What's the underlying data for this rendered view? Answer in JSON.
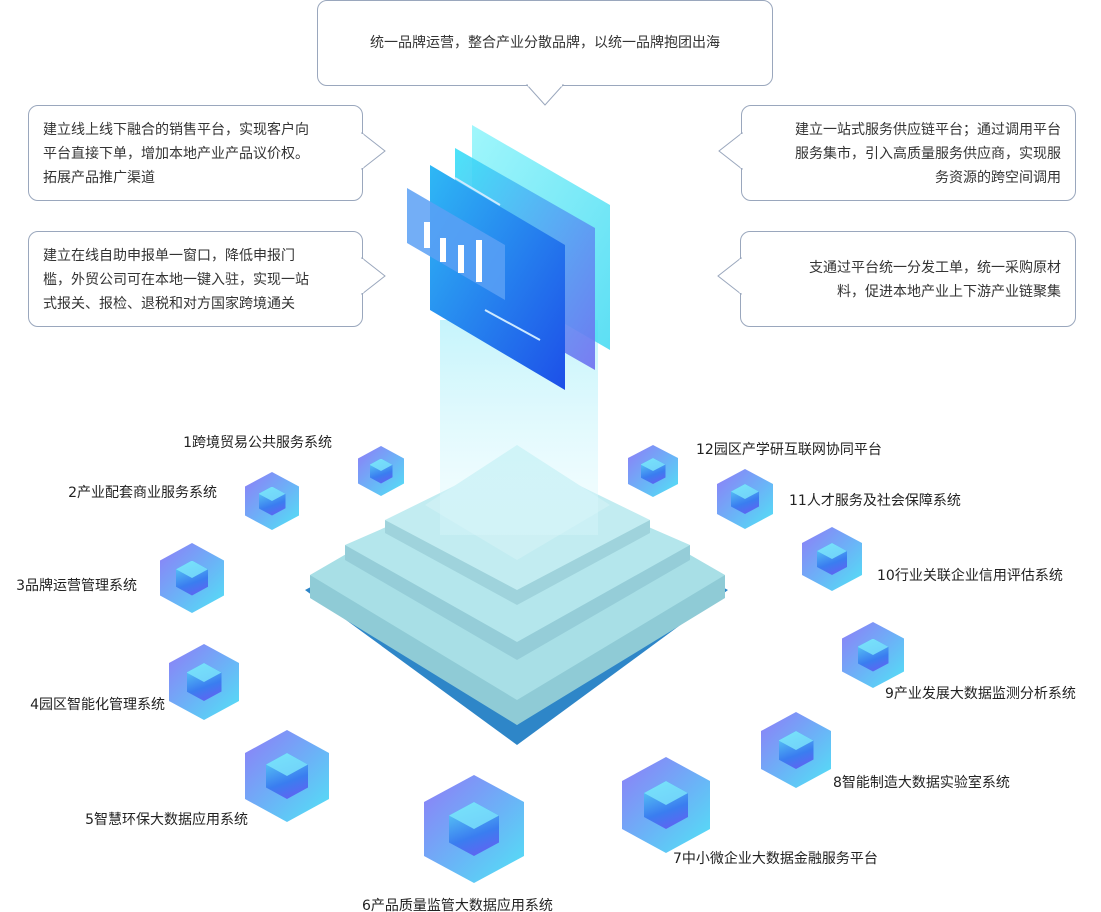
{
  "top_bubble": "统一品牌运营，整合产业分散品牌，以统一品牌抱团出海",
  "left_bubbles": [
    [
      "建立线上线下融合的销售平台，实现客户向",
      "平台直接下单，增加本地产业产品议价权。",
      "拓展产品推广渠道"
    ],
    [
      "建立在线自助申报单一窗口，降低申报门",
      "槛，外贸公司可在本地一键入驻，实现一站",
      "式报关、报检、退税和对方国家跨境通关"
    ]
  ],
  "right_bubbles": [
    [
      "建立一站式服务供应链平台；通过调用平台",
      "服务集市，引入高质量服务供应商，实现服",
      "务资源的跨空间调用"
    ],
    [
      "支通过平台统一分发工单，统一采购原材",
      "料，促进本地产业上下游产业链聚集"
    ]
  ],
  "systems": [
    "1跨境贸易公共服务系统",
    "2产业配套商业服务系统",
    "3品牌运营管理系统",
    "4园区智能化管理系统",
    "5智慧环保大数据应用系统",
    "6产品质量监管大数据应用系统",
    "7中小微企业大数据金融服务平台",
    "8智能制造大数据实验室系统",
    "9产业发展大数据监测分析系统",
    "10行业关联企业信用评估系统",
    "11人才服务及社会保障系统",
    "12园区产学研互联网协同平台"
  ]
}
